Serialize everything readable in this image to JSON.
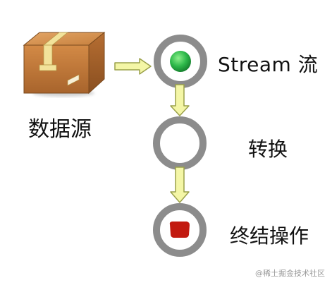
{
  "nodes": {
    "source": {
      "label": "数据源"
    },
    "stream": {
      "label": "Stream 流"
    },
    "transform": {
      "label": "转换"
    },
    "terminal": {
      "label": "终结操作"
    }
  },
  "watermark": "@稀土掘金技术社区",
  "colors": {
    "ring_gray": "#8c8c8c",
    "arrow_fill": "#f4f6a6",
    "arrow_stroke": "#9aa04a",
    "green_dot": "#2db84a",
    "red_square": "#c21a10",
    "box_brown": "#c17a3e",
    "tape": "#f2e29a"
  }
}
